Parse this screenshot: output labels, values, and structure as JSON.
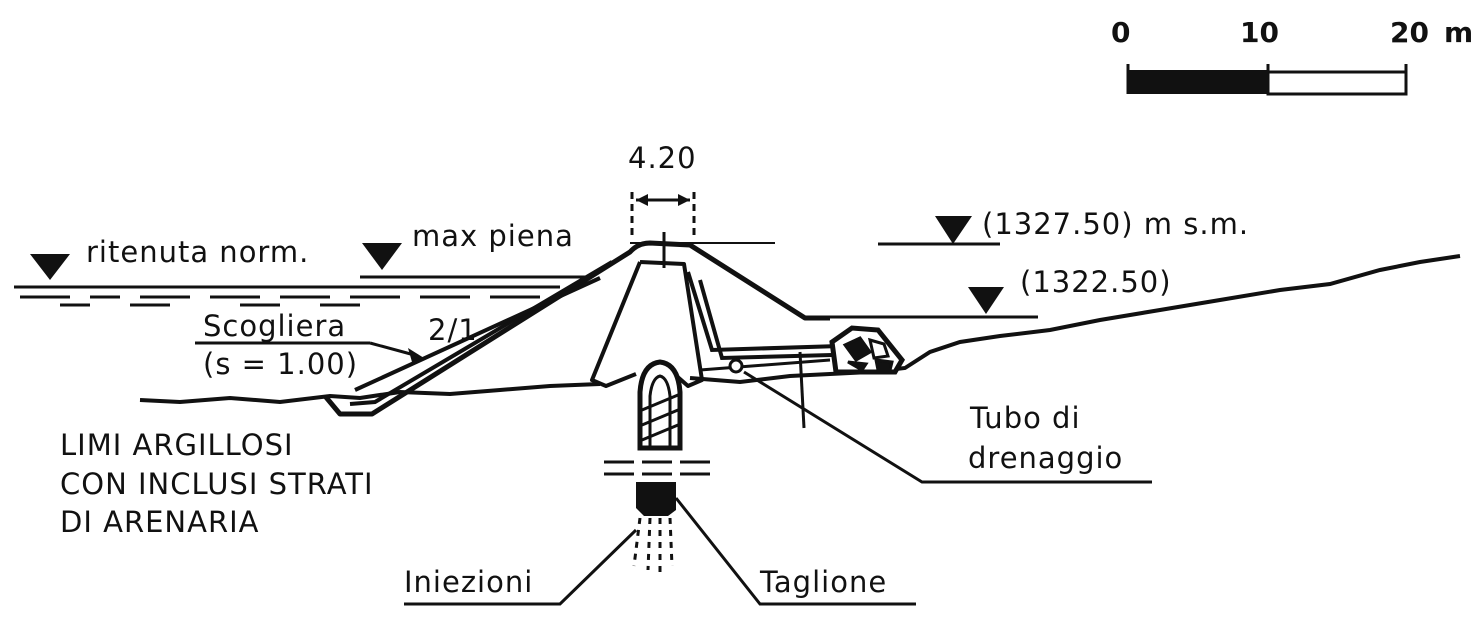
{
  "scale_bar": {
    "ticks": [
      "0",
      "10",
      "20"
    ],
    "unit": "m"
  },
  "dimensions": {
    "crest_width": "4.20"
  },
  "water_levels": {
    "normal": "ritenuta norm.",
    "flood": "max piena",
    "crest_elevation": "(1327.50)  m  s.m.",
    "tailwater_elevation": "(1322.50)"
  },
  "labels": {
    "riprap_line1": "Scogliera",
    "riprap_line2": "(s = 1.00)",
    "slope": "2/1",
    "drain_line1": "Tubo  di",
    "drain_line2": "drenaggio",
    "foundation_line1": "LIMI  ARGILLOSI",
    "foundation_line2": "CON  INCLUSI  STRATI",
    "foundation_line3": "DI  ARENARIA",
    "grouting": "Iniezioni",
    "cutoff": "Taglione"
  },
  "colors": {
    "ink": "#111111",
    "paper": "#ffffff"
  }
}
